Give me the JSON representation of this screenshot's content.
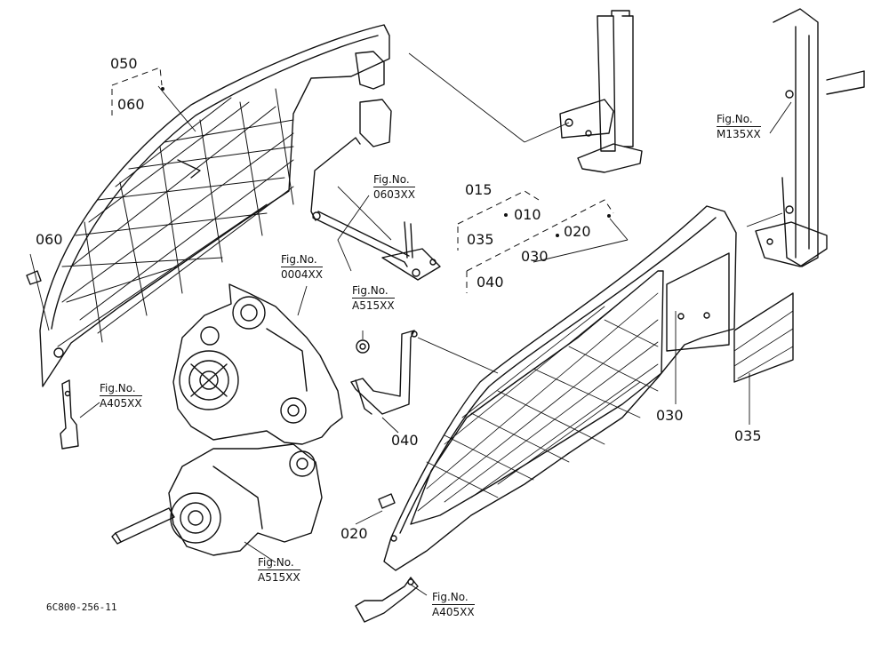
{
  "part_labels": {
    "p050": "050",
    "p060a": "060",
    "p060b": "060",
    "p015": "015",
    "p010": "010",
    "p035a": "035",
    "p020a": "020",
    "p040a": "040",
    "p030a": "030",
    "p030b": "030",
    "p035b": "035",
    "p040b": "040",
    "p020b": "020"
  },
  "figure_refs": {
    "fig_prefix": "Fig.No.",
    "r0603": "0603XX",
    "r0004": "0004XX",
    "rA515a": "A515XX",
    "rA405a": "A405XX",
    "rA515b": "A515XX",
    "rA405b": "A405XX",
    "rM135": "M135XX"
  },
  "drawing_code": "6C800-256-11"
}
